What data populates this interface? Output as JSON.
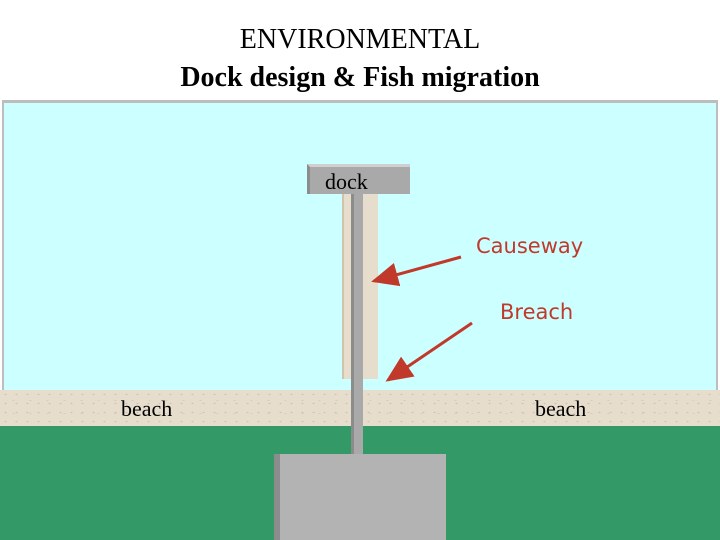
{
  "slide": {
    "title_line_1": "ENVIRONMENTAL",
    "title_line_2": "Dock design & Fish migration"
  },
  "labels": {
    "dock": "dock",
    "causeway": "Causeway",
    "breach": "Breach",
    "beach_left": "beach",
    "beach_right": "beach"
  },
  "colors": {
    "water": "#ccffff",
    "beach": "#e6ddcd",
    "land": "#339966",
    "structure": "#a9a9a9",
    "callout": "#c0392b"
  }
}
